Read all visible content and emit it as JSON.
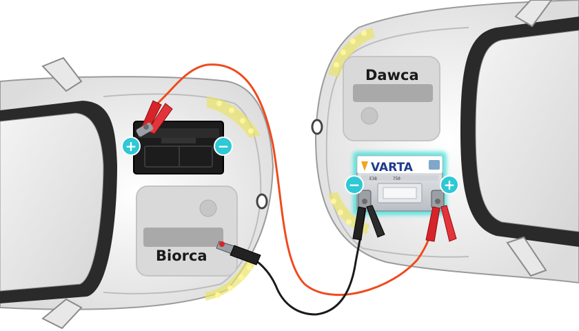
{
  "labels": {
    "donor": "Dawca",
    "receiver": "Biorca",
    "brand": "VARTA",
    "battery_code": "E38",
    "battery_spec": "750"
  },
  "terminals": {
    "plus": "+",
    "minus": "−"
  },
  "colors": {
    "positive_cable": "#f04a1e",
    "negative_cable": "#1a1a1a",
    "terminal_badge": "#2ec8d6",
    "positive_clamp": "#d8232a",
    "negative_clamp": "#222222",
    "indicator_glow": "#e9e46a"
  },
  "icons": [
    "jumper-clamp-icon",
    "battery-icon",
    "plus-sign-icon",
    "minus-sign-icon"
  ]
}
